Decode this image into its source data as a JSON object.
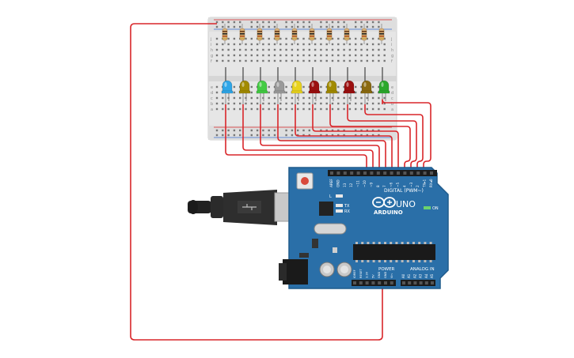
{
  "arduino": {
    "brand": "ARDUINO",
    "model": "UNO",
    "on_label": "ON",
    "digital_label": "DIGITAL (PWM~)",
    "power_label": "POWER",
    "analog_label": "ANALOG IN",
    "tx_label": "TX",
    "rx_label": "RX",
    "l_label": "L",
    "power_pins": [
      "IOREF",
      "RESET",
      "3.3V",
      "5V",
      "GND",
      "GND",
      "Vin"
    ],
    "analog_pins": [
      "A0",
      "A1",
      "A2",
      "A3",
      "A4",
      "A5"
    ],
    "digital_pins": [
      "AREF",
      "GND",
      "13",
      "12",
      "~11",
      "~10",
      "~9",
      "8",
      "7",
      "~6",
      "~5",
      "4",
      "~3",
      "2",
      "TX▸1",
      "RX◂0"
    ]
  },
  "breadboard": {
    "row_letters_top": [
      "j",
      "i",
      "h",
      "g",
      "f"
    ],
    "row_letters_bottom": [
      "e",
      "d",
      "c",
      "b",
      "a"
    ]
  },
  "leds": [
    {
      "color": "#2fa6e8"
    },
    {
      "color": "#a28b00"
    },
    {
      "color": "#44cc44"
    },
    {
      "color": "#9a9a9a"
    },
    {
      "color": "#e8d21e"
    },
    {
      "color": "#9b1010"
    },
    {
      "color": "#a28b00"
    },
    {
      "color": "#9b1010"
    },
    {
      "color": "#8b6a10"
    },
    {
      "color": "#2ba82b"
    }
  ],
  "colors": {
    "wire": "#d9262a",
    "pcb": "#2a6fa8",
    "pcb_dark": "#1f5b8c",
    "breadboard": "#e6e6e6"
  }
}
